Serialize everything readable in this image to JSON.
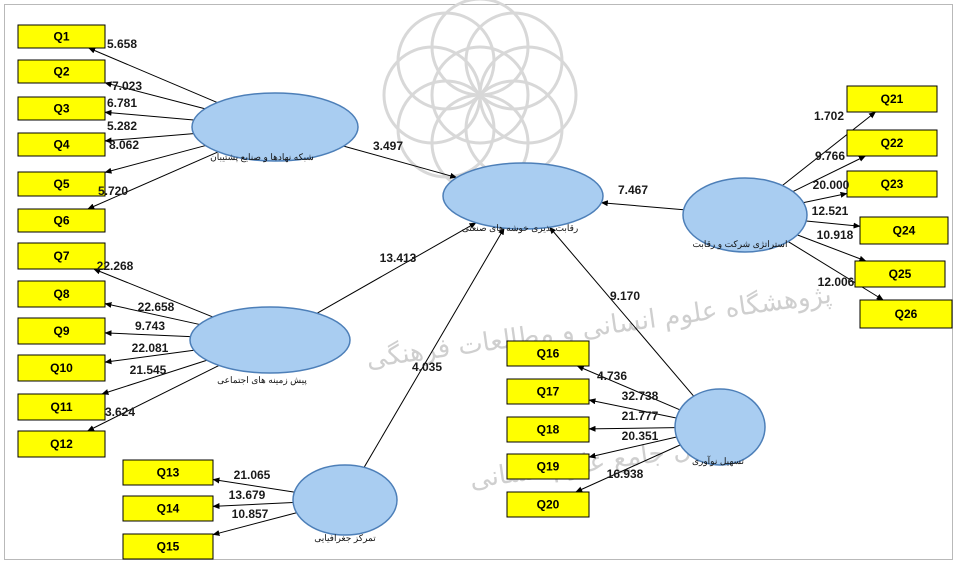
{
  "latents": [
    {
      "id": "L1",
      "label": "شبکه نهادها و صنایع پشتیبان"
    },
    {
      "id": "L2",
      "label": "پیش زمینه های اجتماعی"
    },
    {
      "id": "L3",
      "label": "تمرکز جغرافیایی"
    },
    {
      "id": "L4",
      "label": "رقابت پذیری خوشه های صنعتی"
    },
    {
      "id": "L5",
      "label": "استراتژی شرکت و رقابت"
    },
    {
      "id": "L6",
      "label": "تسهیل نوآوری"
    }
  ],
  "indicators": [
    "Q1",
    "Q2",
    "Q3",
    "Q4",
    "Q5",
    "Q6",
    "Q7",
    "Q8",
    "Q9",
    "Q10",
    "Q11",
    "Q12",
    "Q13",
    "Q14",
    "Q15",
    "Q16",
    "Q17",
    "Q18",
    "Q19",
    "Q20",
    "Q21",
    "Q22",
    "Q23",
    "Q24",
    "Q25",
    "Q26"
  ],
  "loadings": [
    {
      "from": "L1",
      "to": "Q1",
      "value": "5.658"
    },
    {
      "from": "L1",
      "to": "Q2",
      "value": "7.023"
    },
    {
      "from": "L1",
      "to": "Q3",
      "value": "6.781"
    },
    {
      "from": "L1",
      "to": "Q4",
      "value": "5.282"
    },
    {
      "from": "L1",
      "to": "Q5",
      "value": "8.062"
    },
    {
      "from": "L1",
      "to": "Q6",
      "value": "5.720"
    },
    {
      "from": "L2",
      "to": "Q7",
      "value": "22.268"
    },
    {
      "from": "L2",
      "to": "Q8",
      "value": "22.658"
    },
    {
      "from": "L2",
      "to": "Q9",
      "value": "9.743"
    },
    {
      "from": "L2",
      "to": "Q10",
      "value": "22.081"
    },
    {
      "from": "L2",
      "to": "Q11",
      "value": "21.545"
    },
    {
      "from": "L2",
      "to": "Q12",
      "value": "3.624"
    },
    {
      "from": "L3",
      "to": "Q13",
      "value": "21.065"
    },
    {
      "from": "L3",
      "to": "Q14",
      "value": "13.679"
    },
    {
      "from": "L3",
      "to": "Q15",
      "value": "10.857"
    },
    {
      "from": "L6",
      "to": "Q16",
      "value": "4.736"
    },
    {
      "from": "L6",
      "to": "Q17",
      "value": "32.738"
    },
    {
      "from": "L6",
      "to": "Q18",
      "value": "21.777"
    },
    {
      "from": "L6",
      "to": "Q19",
      "value": "20.351"
    },
    {
      "from": "L6",
      "to": "Q20",
      "value": "16.938"
    },
    {
      "from": "L5",
      "to": "Q21",
      "value": "1.702"
    },
    {
      "from": "L5",
      "to": "Q22",
      "value": "9.766"
    },
    {
      "from": "L5",
      "to": "Q23",
      "value": "20.000"
    },
    {
      "from": "L5",
      "to": "Q24",
      "value": "12.521"
    },
    {
      "from": "L5",
      "to": "Q25",
      "value": "10.918"
    },
    {
      "from": "L5",
      "to": "Q26",
      "value": "12.006"
    }
  ],
  "paths": [
    {
      "from": "L1",
      "to": "L4",
      "value": "3.497"
    },
    {
      "from": "L2",
      "to": "L4",
      "value": "13.413"
    },
    {
      "from": "L3",
      "to": "L4",
      "value": "4.035"
    },
    {
      "from": "L5",
      "to": "L4",
      "value": "7.467"
    },
    {
      "from": "L6",
      "to": "L4",
      "value": "9.170"
    }
  ],
  "watermark": {
    "line1": "پژوهشگاه علوم انسانی و مطالعات فرهنگی",
    "line2": "پرتال جامع علوم انسانی"
  },
  "colors": {
    "indicator_fill": "#ffff00",
    "latent_fill": "#a9cdf1",
    "latent_stroke": "#4d7fb8",
    "edge": "#000000"
  }
}
